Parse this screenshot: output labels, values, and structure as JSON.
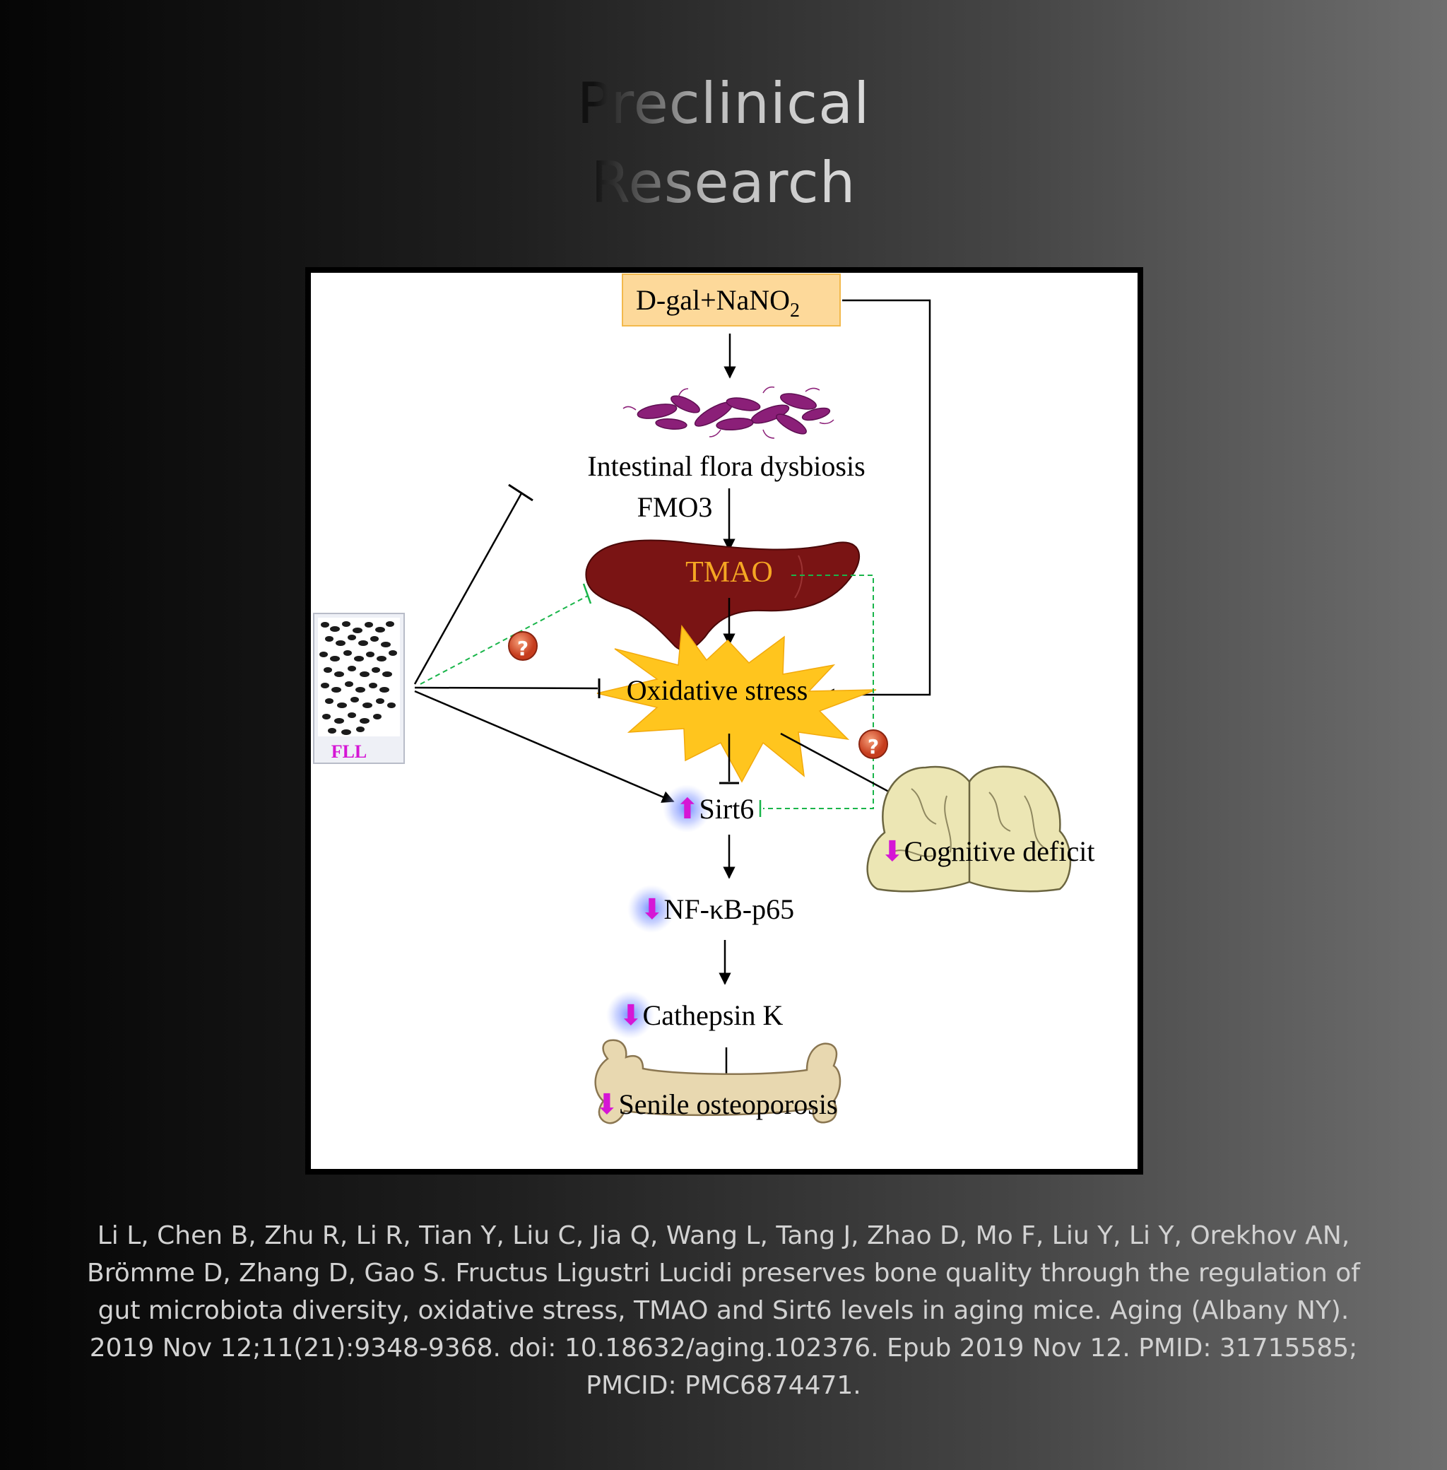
{
  "header": {
    "line1": "Preclinical",
    "line2": "Research"
  },
  "diagram": {
    "top_box": {
      "label": "D-gal+NaNO",
      "subscript": "2",
      "fill": "#fdd99a",
      "stroke": "#f3b94c"
    },
    "dysbiosis_label": "Intestinal flora dysbiosis",
    "fmo3_label": "FMO3",
    "tmao_label": "TMAO",
    "oxidative_label": "Oxidative stress",
    "fll_label": "FLL",
    "sirt6_label": "Sirt6",
    "nfkb_label": "NF-κB-p65",
    "cathepsin_label": "Cathepsin K",
    "cognitive_label": "Cognitive deficit",
    "osteoporosis_label": "Senile osteoporosis",
    "unknown_mark": "?",
    "colors": {
      "liver": "#7a1414",
      "tmao_text": "#f5a623",
      "starburst": "#ffc51e",
      "dashed_green": "#19b54a",
      "magenta_arrow": "#d516d5",
      "glow": "#6f86ff",
      "bacteria": "#8b1f78",
      "brain": "#ece6b4",
      "bone": "#e8d8b0"
    }
  },
  "citation": "Li L, Chen B, Zhu R, Li R, Tian Y, Liu C, Jia Q, Wang L, Tang J, Zhao D, Mo F, Liu Y, Li Y, Orekhov AN, Brömme D, Zhang D, Gao S. Fructus Ligustri Lucidi preserves bone quality through the regulation of gut microbiota diversity, oxidative stress, TMAO and Sirt6 levels in aging mice. Aging (Albany NY). 2019 Nov 12;11(21):9348-9368. doi: 10.18632/aging.102376. Epub 2019 Nov 12. PMID: 31715585; PMCID: PMC6874471."
}
